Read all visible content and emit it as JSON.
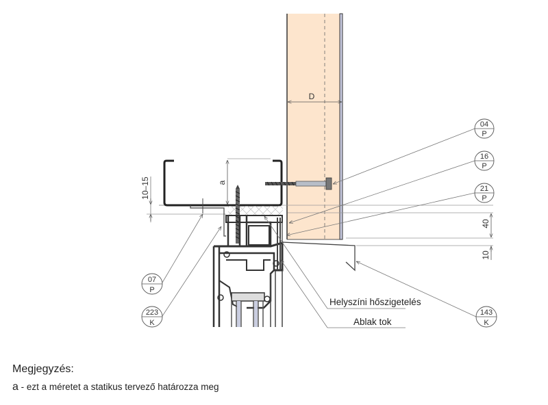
{
  "colors": {
    "insulation_fill": "#fde5cd",
    "line": "#333333",
    "thin_line": "#777777",
    "profile_fill": "#555555",
    "background": "#ffffff"
  },
  "dimensions": {
    "wall_thickness_label": "D",
    "bracket_height_label": "a",
    "gap_label": "10–15",
    "right_upper_label": "40",
    "right_lower_label": "10"
  },
  "tags": [
    {
      "id": "tag-04",
      "number": "04",
      "letter": "P"
    },
    {
      "id": "tag-16",
      "number": "16",
      "letter": "P"
    },
    {
      "id": "tag-21",
      "number": "21",
      "letter": "P"
    },
    {
      "id": "tag-07",
      "number": "07",
      "letter": "P"
    },
    {
      "id": "tag-223",
      "number": "223",
      "letter": "K"
    },
    {
      "id": "tag-143",
      "number": "143",
      "letter": "K"
    }
  ],
  "labels": {
    "site_insulation": "Helyszíni hőszigetelés",
    "window_frame": "Ablak tok"
  },
  "note": {
    "title": "Megjegyzés:",
    "key": "a",
    "separator": " - ",
    "text": "ezt a méretet a statikus tervező határozza meg"
  }
}
